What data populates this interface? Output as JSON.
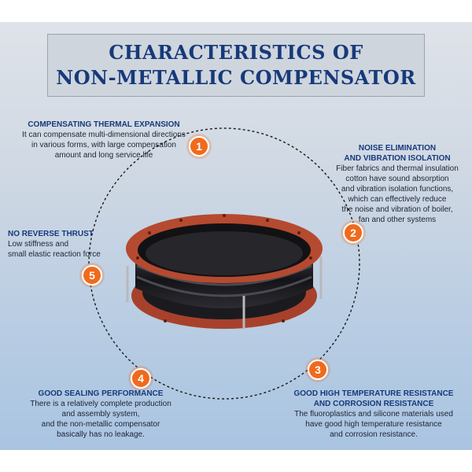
{
  "title": {
    "line1": "CHARACTERISTICS OF",
    "line2": "NON-METALLIC COMPENSATOR"
  },
  "features": [
    {
      "number": "1",
      "heading": "COMPENSATING THERMAL EXPANSION",
      "lines": [
        "It can compensate multi-dimensional directions",
        "in various forms, with large compensation",
        "amount and long service life"
      ]
    },
    {
      "number": "2",
      "heading_lines": [
        "NOISE ELIMINATION",
        "AND VIBRATION ISOLATION"
      ],
      "lines": [
        "Fiber fabrics and thermal insulation",
        "cotton have sound absorption",
        "and vibration isolation functions,",
        "which can effectively reduce",
        "the noise and vibration of boiler,",
        "fan and other systems"
      ]
    },
    {
      "number": "3",
      "heading_lines": [
        "GOOD HIGH TEMPERATURE RESISTANCE",
        "AND CORROSION RESISTANCE"
      ],
      "lines": [
        "The fluoroplastics and silicone materials used",
        "have good high temperature resistance",
        "and corrosion resistance."
      ]
    },
    {
      "number": "4",
      "heading": "GOOD SEALING PERFORMANCE",
      "lines": [
        "There is a relatively complete production",
        "and assembly system,",
        "and the non-metallic compensator",
        "basically has no leakage."
      ]
    },
    {
      "number": "5",
      "heading": "NO REVERSE THRUST",
      "lines": [
        "Low stiffness and",
        "small elastic reaction force"
      ]
    }
  ],
  "colors": {
    "title": "#163a7a",
    "badge": "#f06a1c",
    "flange": "#b34a32",
    "rubber": "#1e1e22"
  }
}
